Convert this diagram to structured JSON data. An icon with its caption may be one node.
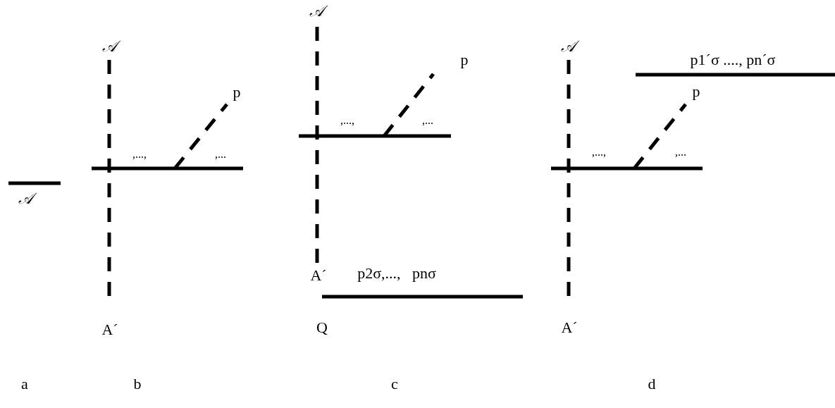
{
  "diagram": {
    "labels": [
      "𝒜",
      "a",
      "𝒜",
      "p",
      ",...,",
      ",...",
      "A´",
      "b",
      "𝒜",
      "p",
      ",...,",
      ",...",
      "A´",
      "p2σ,...,   pnσ",
      "Q",
      "c",
      "𝒜",
      "p1´σ ...., pn´σ",
      "p",
      ",...,",
      ",...",
      "A´",
      "d"
    ]
  }
}
